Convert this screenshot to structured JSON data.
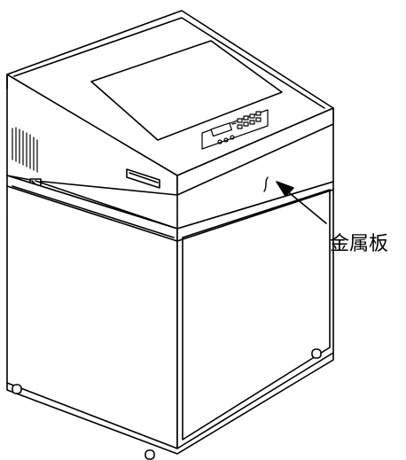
{
  "diagram": {
    "subject": "cabinet-printer",
    "callouts": [
      {
        "id": "metal-plate",
        "label": "金属板"
      }
    ],
    "colors": {
      "line": "#000000",
      "background": "#ffffff"
    }
  }
}
